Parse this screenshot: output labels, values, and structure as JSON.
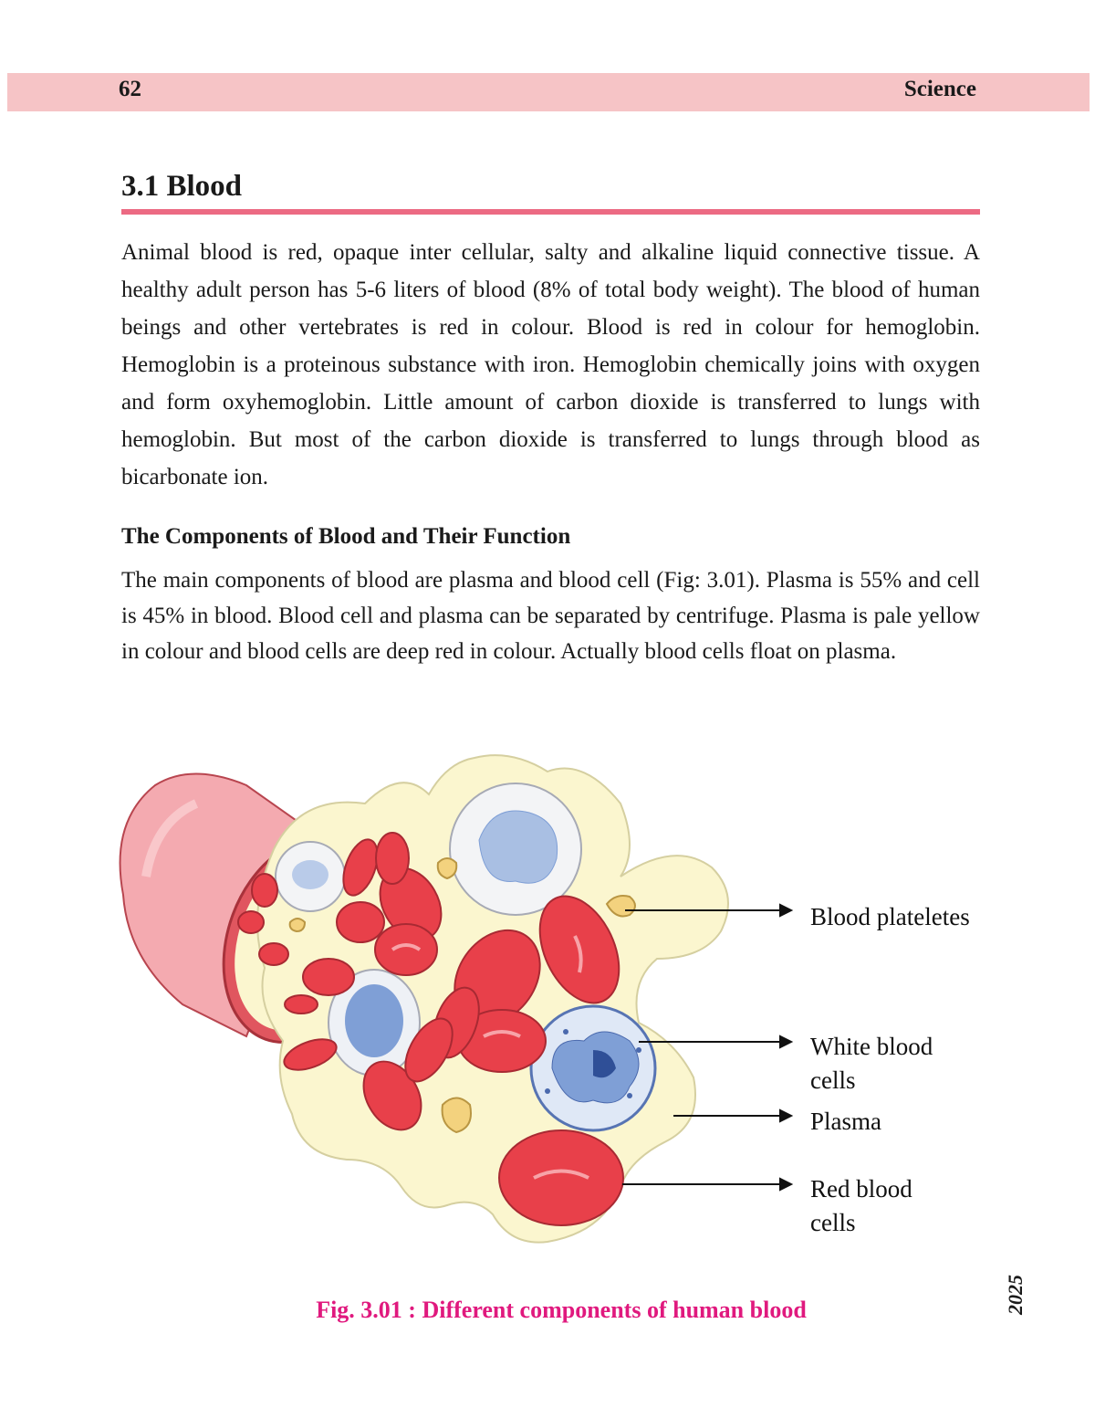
{
  "header": {
    "page_number": "62",
    "title": "Science"
  },
  "section": {
    "heading": "3.1 Blood"
  },
  "paragraphs": {
    "intro": "Animal blood is red, opaque  inter cellular, salty and alkaline liquid connective tissue. A healthy adult person has 5-6 liters of blood (8% of total body weight). The blood of human beings and other vertebrates is red in colour. Blood is red in colour for hemoglobin. Hemoglobin is a proteinous substance with iron. Hemoglobin chemically joins with oxygen and form oxyhemoglobin. Little amount of carbon dioxide is transferred to lungs with hemoglobin. But most of the carbon dioxide is transferred to lungs through blood as bicarbonate ion.",
    "components_heading": "The Components of Blood and Their Function",
    "components": "The main components of blood are plasma and blood cell (Fig: 3.01). Plasma is 55% and cell is 45% in blood. Blood cell and plasma can be separated by centrifuge. Plasma is pale yellow in colour and blood cells are deep red in colour. Actually blood cells float on plasma."
  },
  "figure": {
    "labels": {
      "platelets": "Blood plateletes",
      "wbc": "White blood cells",
      "plasma": "Plasma",
      "rbc": "Red blood cells"
    },
    "caption": "Fig. 3.01 : Different components of human blood"
  },
  "footer": {
    "year": "2025"
  },
  "colors": {
    "header_band": "#f6c4c6",
    "heading_rule": "#ec6a83",
    "caption": "#e0197e",
    "plasma": "#fbf6cf",
    "rbc": "#e8404a",
    "wbc_nucleus": "#7f9fd6"
  }
}
